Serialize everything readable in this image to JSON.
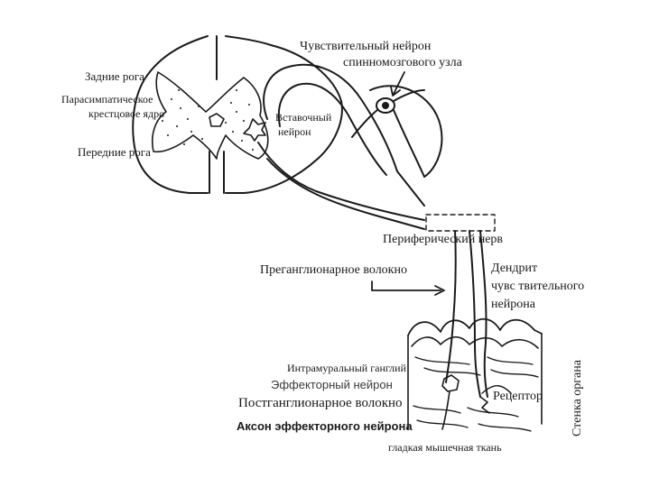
{
  "labels": {
    "sensory_neuron": "Чувствительный нейрон",
    "spinal_ganglion": "спинномозгового узла",
    "posterior_horns": "Задние рога",
    "parasympathetic_1": "Парасимпатическое",
    "parasympathetic_2": "крестцовое ядро",
    "anterior_horns": "Передние рога",
    "interneuron_1": "Вставочный",
    "interneuron_2": "нейрон",
    "peripheral_nerve": "Периферический нерв",
    "preganglionic_fiber": "Преганглионарное волокно",
    "dendrite_1": "Дендрит",
    "dendrite_2": "чувс твительного",
    "dendrite_3": "нейрона",
    "intramural_ganglion": "Интрамуральный ганглий",
    "effector_neuron": "Эффекторный нейрон",
    "postganglionic_fiber": "Постганглионарное волокно",
    "receptor": "Рецептор",
    "organ_wall": "Стенка органа",
    "effector_axon": "Аксон эффекторного нейрона",
    "smooth_muscle": "гладкая  мышечная  ткань"
  },
  "colors": {
    "ink": "#1a1a1a",
    "background": "#ffffff"
  }
}
